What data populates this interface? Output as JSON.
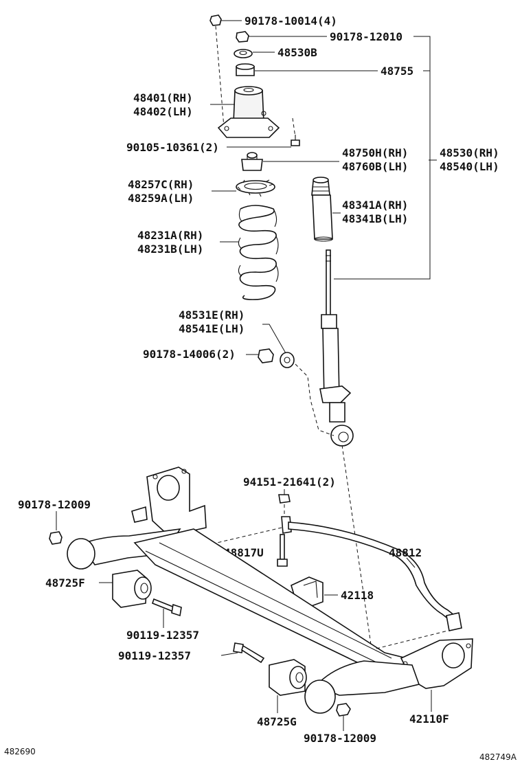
{
  "labels": {
    "p_90178_10014": "90178-10014(4)",
    "p_90178_12010": "90178-12010",
    "p_48530b": "48530B",
    "p_48755": "48755",
    "p_48401": "48401(RH)",
    "p_48402": "48402(LH)",
    "p_90105_10361": "90105-10361(2)",
    "p_48750h": "48750H(RH)",
    "p_48760b": "48760B(LH)",
    "p_48530rh": "48530(RH)",
    "p_48540lh": "48540(LH)",
    "p_48257c": "48257C(RH)",
    "p_48259a": "48259A(LH)",
    "p_48341a": "48341A(RH)",
    "p_48341b": "48341B(LH)",
    "p_48231a": "48231A(RH)",
    "p_48231b": "48231B(LH)",
    "p_48531e": "48531E(RH)",
    "p_48541e": "48541E(LH)",
    "p_90178_14006": "90178-14006(2)",
    "p_94151_21641": "94151-21641(2)",
    "p_90178_12009_top": "90178-12009",
    "p_48812": "48812",
    "p_48817u": "48817U",
    "p_48725f": "48725F",
    "p_42118": "42118",
    "p_90119_12357_a": "90119-12357",
    "p_90119_12357_b": "90119-12357",
    "p_48725g": "48725G",
    "p_42110f": "42110F",
    "p_90178_12009_bottom": "90178-12009"
  },
  "footer": {
    "left_code": "482690",
    "right_code": "482749A"
  }
}
